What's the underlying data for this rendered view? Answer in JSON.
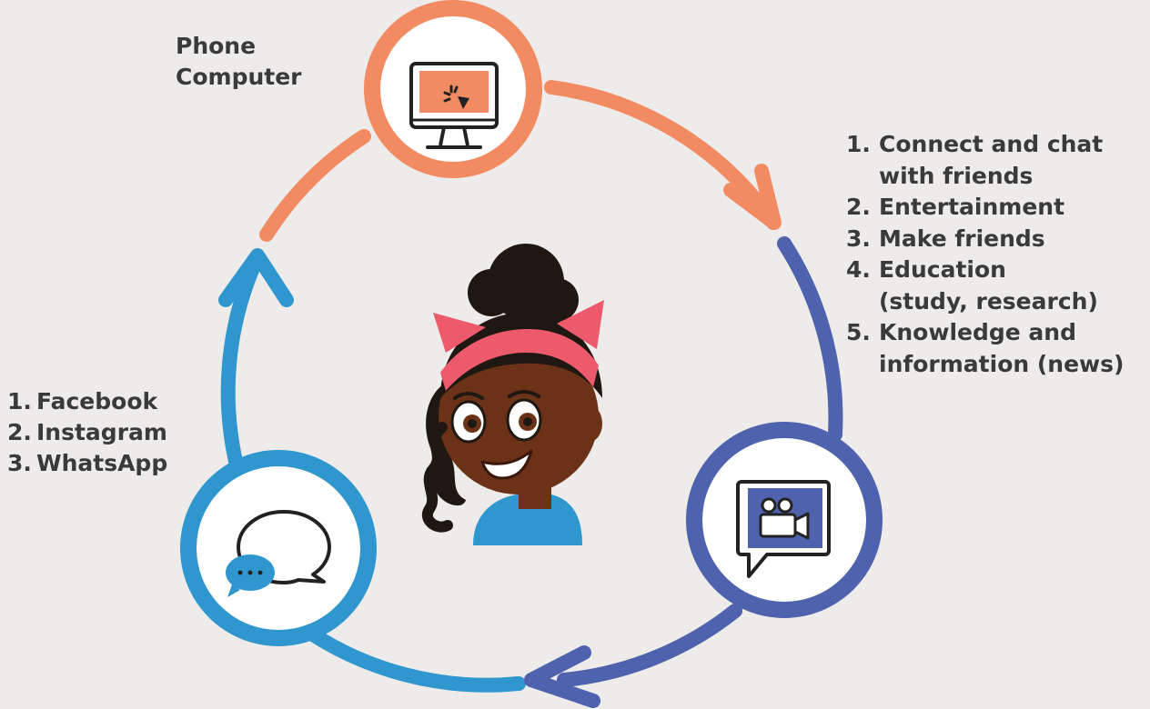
{
  "colors": {
    "background": "#eeecea",
    "orange": "#f28a62",
    "indigo": "#4f62ad",
    "blue": "#2f97cd",
    "text": "#3a3a3a",
    "skin": "#6b3218",
    "hair": "#1f1712",
    "headband": "#ec5a6c"
  },
  "nodes": {
    "device": {
      "icon": "computer-monitor-icon"
    },
    "activity": {
      "icon": "video-camera-speech-icon"
    },
    "platform": {
      "icon": "chat-bubbles-icon"
    },
    "center": {
      "icon": "girl-avatar"
    }
  },
  "devices": [
    "Phone",
    "Computer"
  ],
  "uses": [
    {
      "num": "1.",
      "text": [
        "Connect and chat",
        "with friends"
      ]
    },
    {
      "num": "2.",
      "text": [
        "Entertainment"
      ]
    },
    {
      "num": "3.",
      "text": [
        "Make friends"
      ]
    },
    {
      "num": "4.",
      "text": [
        "Education",
        "(study, research)"
      ]
    },
    {
      "num": "5.",
      "text": [
        "Knowledge and",
        "information (news)"
      ]
    }
  ],
  "apps": [
    {
      "num": "1.",
      "text": "Facebook"
    },
    {
      "num": "2.",
      "text": "Instagram"
    },
    {
      "num": "3.",
      "text": "WhatsApp"
    }
  ]
}
